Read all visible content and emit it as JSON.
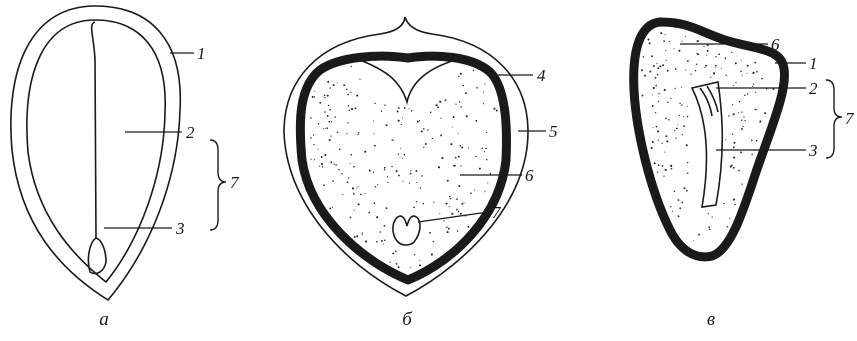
{
  "figures": [
    {
      "id": "a",
      "caption": "a",
      "labels": [
        "1",
        "2",
        "3",
        "7"
      ]
    },
    {
      "id": "b",
      "caption": "б",
      "labels": [
        "4",
        "5",
        "6",
        "7"
      ]
    },
    {
      "id": "v",
      "caption": "в",
      "labels": [
        "6",
        "1",
        "2",
        "7",
        "3"
      ]
    }
  ]
}
